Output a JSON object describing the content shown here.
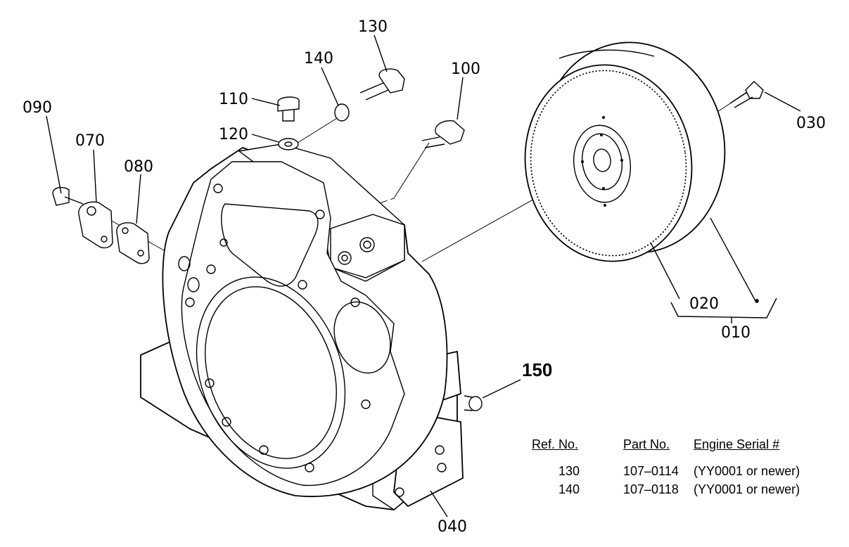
{
  "callouts": {
    "c010": "010",
    "c020": "020",
    "c030": "030",
    "c040": "040",
    "c070": "070",
    "c080": "080",
    "c090": "090",
    "c100": "100",
    "c110": "110",
    "c120": "120",
    "c130": "130",
    "c140": "140",
    "c150": "150"
  },
  "table": {
    "headers": {
      "ref_no": "Ref. No.",
      "part_no": "Part No.",
      "engine_serial": "Engine Serial #"
    },
    "rows": [
      {
        "ref": "130",
        "part": "107–0114",
        "serial": "(YY0001 or newer)"
      },
      {
        "ref": "140",
        "part": "107–0118",
        "serial": "(YY0001 or newer)"
      }
    ]
  }
}
